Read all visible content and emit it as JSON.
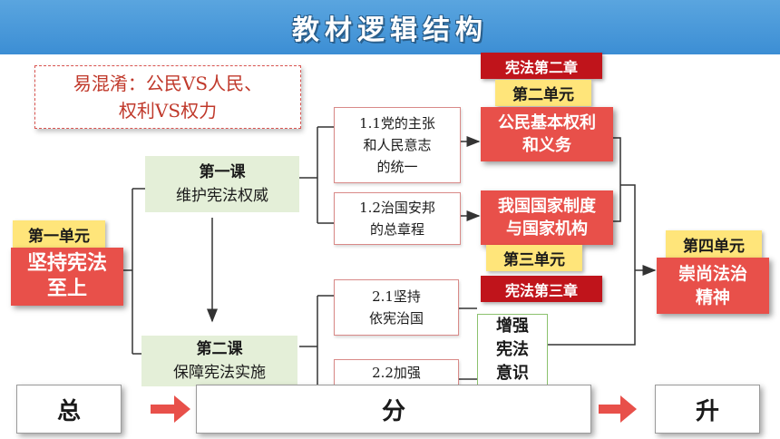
{
  "header": {
    "title": "教材逻辑结构"
  },
  "note": {
    "text": "易混淆：公民VS人民、\n权利VS权力"
  },
  "unit_one": {
    "label": "第一单元",
    "title": "坚持宪法\n至上"
  },
  "lesson_one": {
    "label": "第一课",
    "title": "维护宪法权威"
  },
  "lesson_two": {
    "label": "第二课",
    "title": "保障宪法实施"
  },
  "topics": {
    "t11": "1.1党的主张\n和人民意志\n的统一",
    "t12": "1.2治国安邦\n的总章程",
    "t21": "2.1坚持\n依宪治国",
    "t22": "2.2加强"
  },
  "unit_two": {
    "chapter": "宪法第二章",
    "label": "第二单元",
    "title": "公民基本权利\n和义务"
  },
  "unit_three": {
    "title": "我国国家制度\n与国家机构",
    "label": "第三单元",
    "chapter": "宪法第三章"
  },
  "unit_four": {
    "label": "第四单元",
    "title": "崇尚法治\n精神"
  },
  "consciousness": {
    "text": "增强\n宪法\n意识"
  },
  "footer": {
    "total": "总",
    "divide": "分",
    "rise": "升"
  },
  "colors": {
    "header_blue": "#3c8ed4",
    "unit_red": "#e8504a",
    "chapter_red": "#c0141b",
    "unit_yellow": "#ffe57a",
    "lesson_green": "#e4efd8",
    "arrow_red": "#e8504a"
  }
}
